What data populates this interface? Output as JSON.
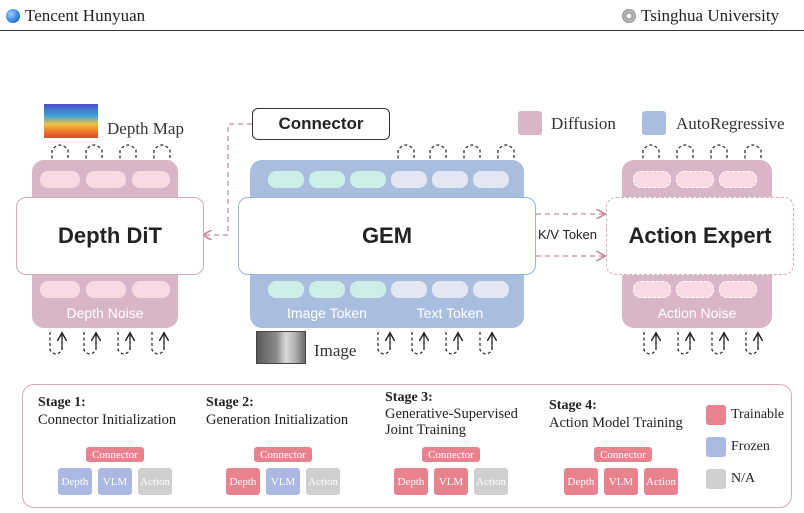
{
  "header": {
    "left": "Tencent Hunyuan",
    "right": "Tsinghua University"
  },
  "legend": {
    "diffusion": "Diffusion",
    "autoregressive": "AutoRegressive"
  },
  "modules": {
    "depth": {
      "title": "Depth DiT",
      "bottom": "Depth Noise"
    },
    "gem": {
      "title": "GEM",
      "bottom_left": "Image Token",
      "bottom_right": "Text Token"
    },
    "action": {
      "title": "Action Expert",
      "bottom": "Action Noise"
    }
  },
  "labels": {
    "connector": "Connector",
    "depth_map": "Depth Map",
    "image": "Image",
    "kv_token": "K/V Token"
  },
  "stages": [
    {
      "title": "Stage 1:",
      "desc": [
        "Connector Initialization"
      ],
      "connector": "Connector",
      "blocks": [
        "Depth",
        "VLM",
        "Action"
      ],
      "states": [
        "frozen",
        "frozen",
        "na"
      ]
    },
    {
      "title": "Stage 2:",
      "desc": [
        "Generation Initialization"
      ],
      "connector": "Connector",
      "blocks": [
        "Depth",
        "VLM",
        "Action"
      ],
      "states": [
        "trainable",
        "frozen",
        "na"
      ]
    },
    {
      "title": "Stage 3:",
      "desc": [
        "Generative-Supervised",
        "Joint Training"
      ],
      "connector": "Connector",
      "blocks": [
        "Depth",
        "VLM",
        "Action"
      ],
      "states": [
        "trainable",
        "trainable",
        "na"
      ]
    },
    {
      "title": "Stage 4:",
      "desc": [
        "Action Model Training"
      ],
      "connector": "Connector",
      "blocks": [
        "Depth",
        "VLM",
        "Action"
      ],
      "states": [
        "trainable",
        "trainable",
        "trainable"
      ]
    }
  ],
  "stage_legend": {
    "trainable": "Trainable",
    "frozen": "Frozen",
    "na": "N/A"
  },
  "colors": {
    "diffusion": "#d9b5c8",
    "autoregressive": "#a9bedf",
    "trainable": "#e8828f",
    "frozen": "#aab8e2",
    "na": "#cfcfcf",
    "arrow": "#c48a9e"
  }
}
